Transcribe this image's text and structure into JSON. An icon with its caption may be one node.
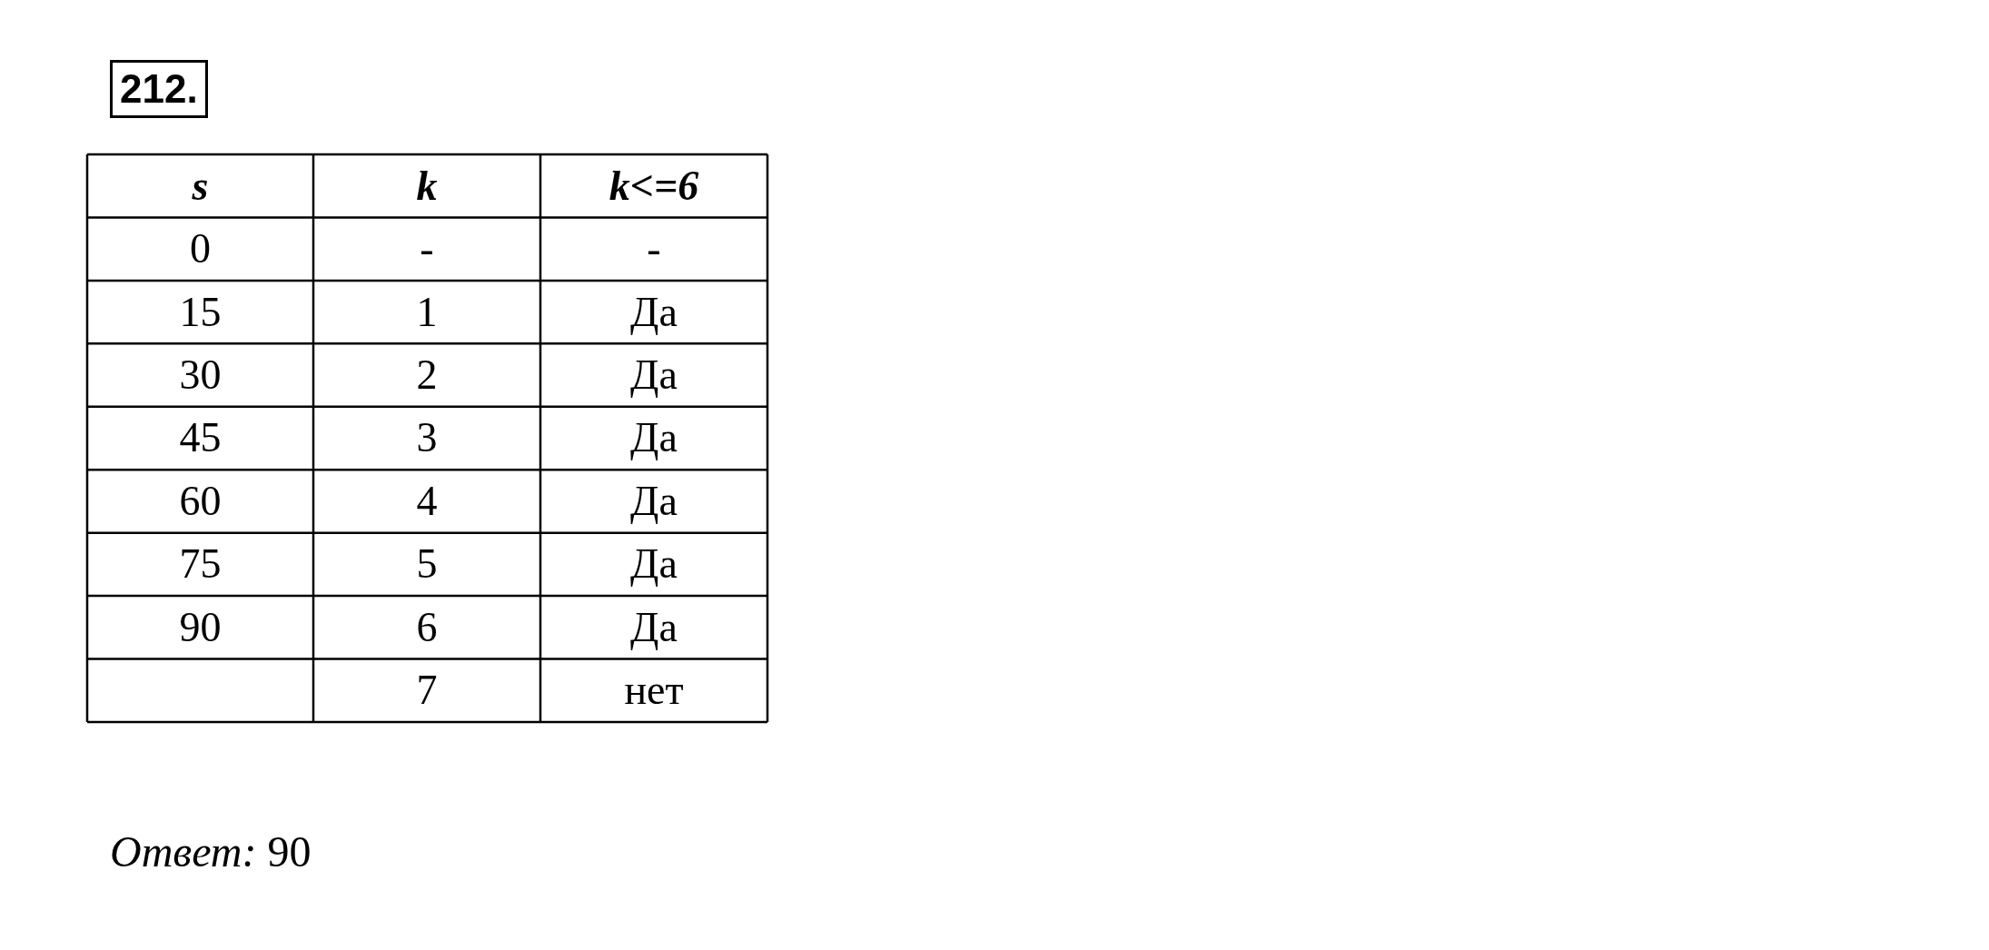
{
  "diagram": {
    "labels": [
      "212.",
      "s",
      "k",
      "k<=6",
      "0",
      "-",
      "-",
      "15",
      "1",
      "Да",
      "30",
      "2",
      "Да",
      "45",
      "3",
      "Да",
      "60",
      "4",
      "Да",
      "75",
      "5",
      "Да",
      "90",
      "6",
      "Да",
      "7",
      "нет",
      "*Ответ:* 90"
    ]
  }
}
